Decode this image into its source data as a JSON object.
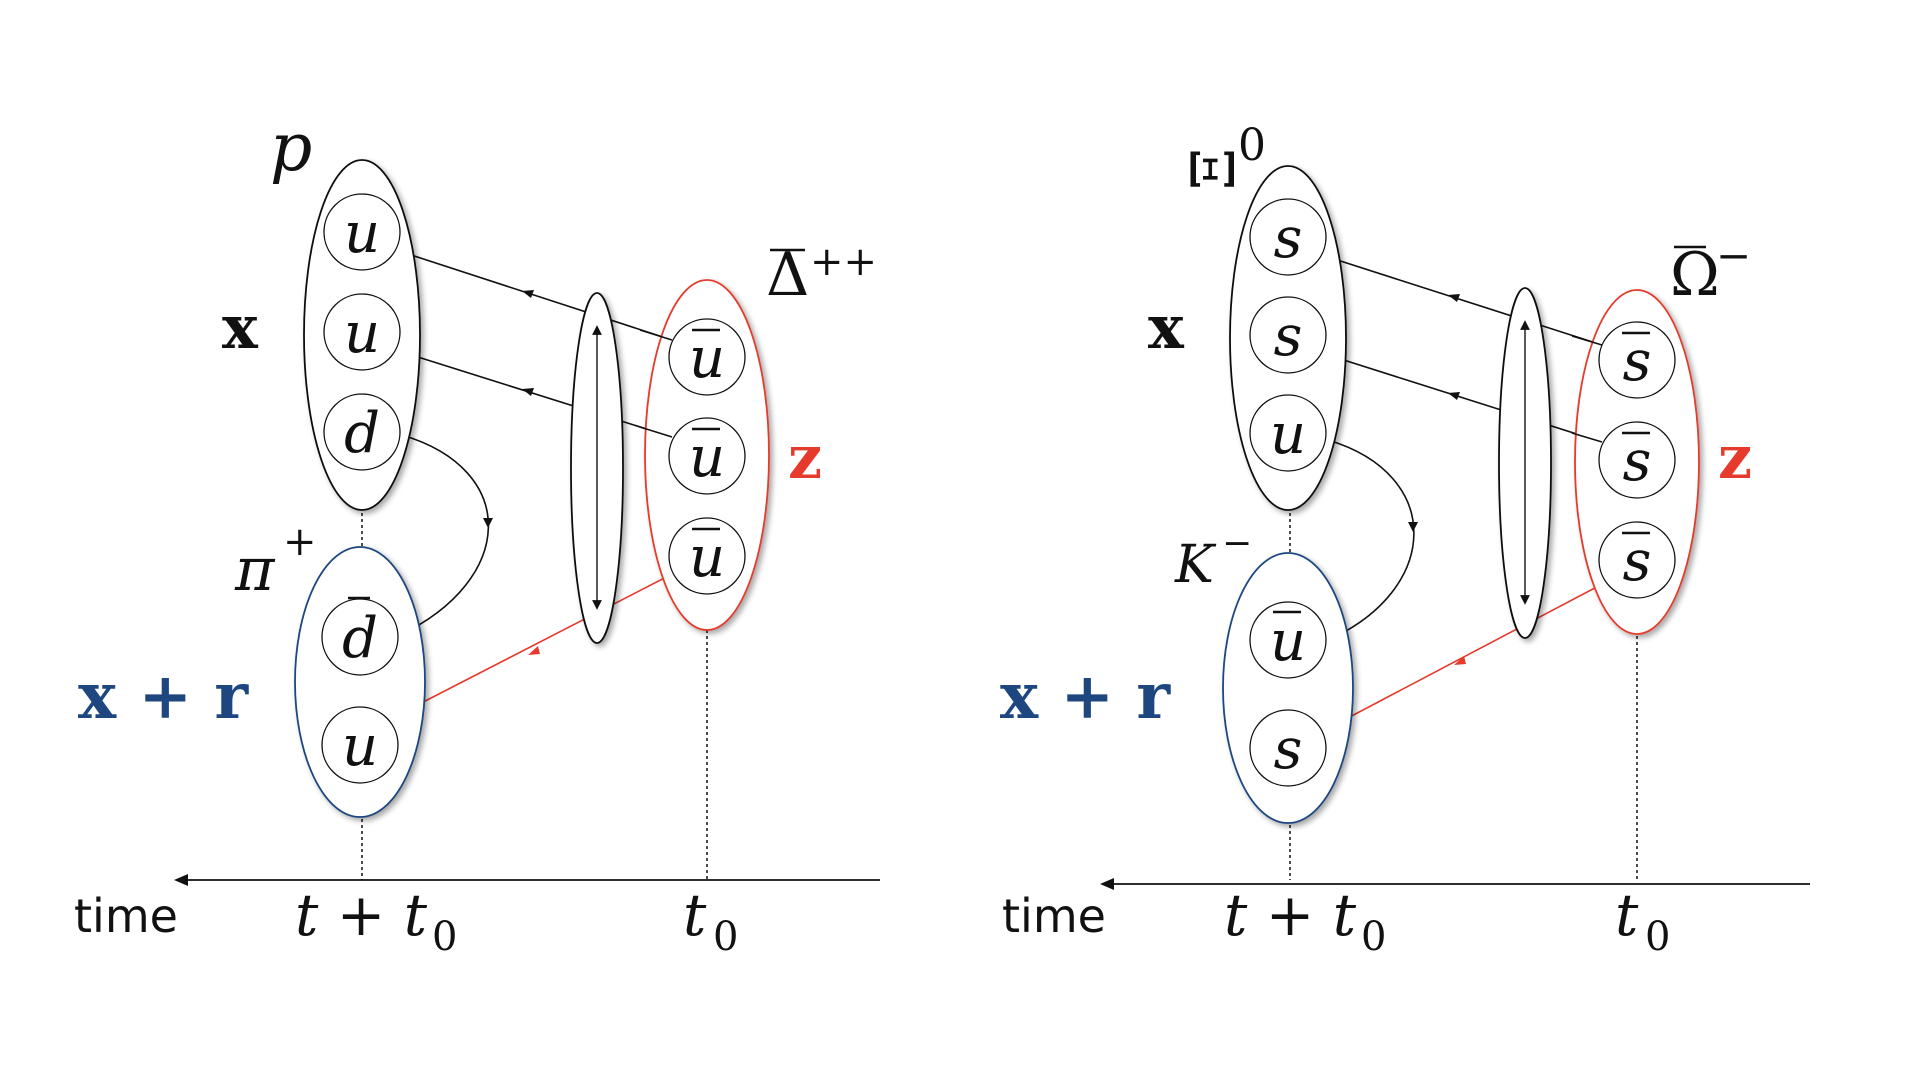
{
  "colors": {
    "black": "#111111",
    "red": "#e53a2c",
    "blue": "#1e4780"
  },
  "left": {
    "baryon_label": "p",
    "baryon_quarks": [
      "u",
      "u",
      "d"
    ],
    "meson_label": "π",
    "meson_sup": "+",
    "meson_quarks": [
      "d",
      "u"
    ],
    "meson_quark_bars": [
      true,
      false
    ],
    "antibaryon_label": "Δ",
    "antibaryon_sup": "++",
    "antibaryon_quarks": [
      "u",
      "u",
      "u"
    ],
    "x_label": "x",
    "xr_label": "x + r",
    "z_label": "z",
    "time_label": "time",
    "t_sink": "t + t",
    "t_sink_sub": "0",
    "t_src": "t",
    "t_src_sub": "0"
  },
  "right": {
    "baryon_label": "Ξ",
    "baryon_sup": "0",
    "baryon_quarks": [
      "s",
      "s",
      "u"
    ],
    "meson_label": "K",
    "meson_sup": "−",
    "meson_quarks": [
      "u",
      "s"
    ],
    "meson_quark_bars": [
      true,
      false
    ],
    "antibaryon_label": "Ω",
    "antibaryon_sup": "−",
    "antibaryon_quarks": [
      "s",
      "s",
      "s"
    ],
    "x_label": "x",
    "xr_label": "x + r",
    "z_label": "z",
    "time_label": "time",
    "t_sink": "t + t",
    "t_sink_sub": "0",
    "t_src": "t",
    "t_src_sub": "0"
  }
}
